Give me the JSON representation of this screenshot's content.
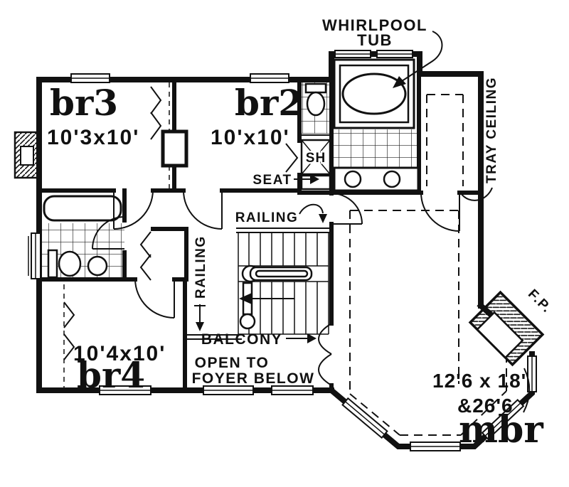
{
  "plan": {
    "type": "floor-plan",
    "colors": {
      "ink": "#111111",
      "paper": "#ffffff"
    },
    "labels": {
      "whirlpool_line1": "WHIRLPOOL",
      "whirlpool_line2": "TUB",
      "tray_ceiling": "TRAY CEILING",
      "shower": "SH",
      "seat": "SEAT",
      "railing_upper": "RAILING",
      "railing_lower": "RAILING",
      "balcony": "BALCONY",
      "open_line1": "OPEN TO",
      "open_line2": "FOYER BELOW",
      "fireplace": "F.P."
    },
    "rooms": [
      {
        "id": "br3",
        "name": "br3",
        "dims": "10'3x10'"
      },
      {
        "id": "br2",
        "name": "br2",
        "dims": "10'x10'"
      },
      {
        "id": "br4",
        "name": "br4",
        "dims": "10'4x10'"
      },
      {
        "id": "mbr",
        "name": "mbr",
        "dims": "12'6 x 18'",
        "dims2": "&26'6"
      }
    ]
  }
}
